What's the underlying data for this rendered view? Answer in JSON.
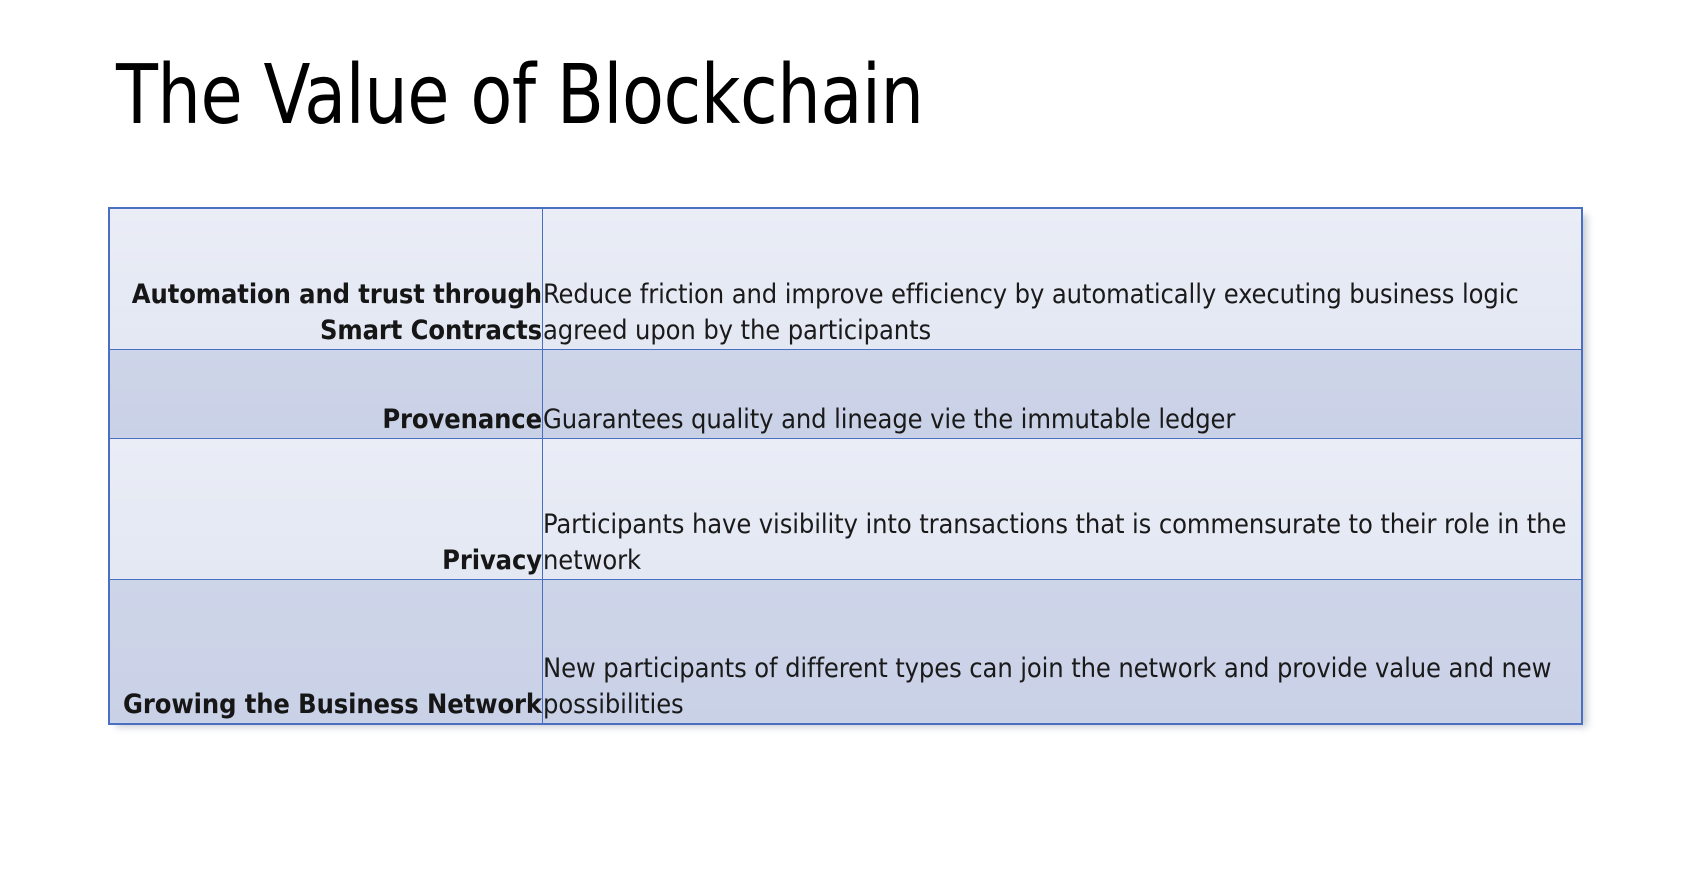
{
  "slide": {
    "title": "The Value of Blockchain",
    "colors": {
      "border": "#4a6fc0",
      "band_light": "#e8ebf5",
      "band_dark": "#ccd4e9",
      "title_text": "#000000",
      "body_text": "#1a1a1a",
      "background": "#ffffff"
    }
  },
  "table": {
    "columns": [
      "label",
      "description"
    ],
    "rows": [
      {
        "label": "Automation and trust through Smart Contracts",
        "description": "Reduce friction and improve efficiency by automatically executing business logic agreed upon by the participants",
        "band": "light"
      },
      {
        "label": "Provenance",
        "description": "Guarantees quality and lineage vie the immutable ledger",
        "band": "dark"
      },
      {
        "label": "Privacy",
        "description": "Participants have visibility into transactions that is commensurate to their role in the network",
        "band": "light"
      },
      {
        "label": "Growing the Business Network",
        "description": "New participants of different types can join the network and provide value and new possibilities",
        "band": "dark"
      }
    ]
  }
}
